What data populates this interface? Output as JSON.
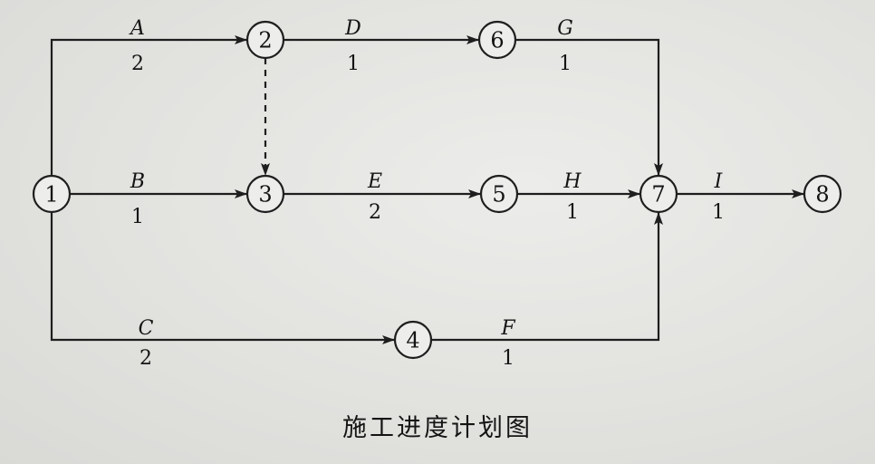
{
  "caption": "施工进度计划图",
  "nodes": [
    {
      "id": "1",
      "label": "1"
    },
    {
      "id": "2",
      "label": "2"
    },
    {
      "id": "3",
      "label": "3"
    },
    {
      "id": "4",
      "label": "4"
    },
    {
      "id": "5",
      "label": "5"
    },
    {
      "id": "6",
      "label": "6"
    },
    {
      "id": "7",
      "label": "7"
    },
    {
      "id": "8",
      "label": "8"
    }
  ],
  "activities": [
    {
      "name": "A",
      "duration": "2",
      "from": "1",
      "to": "2"
    },
    {
      "name": "B",
      "duration": "1",
      "from": "1",
      "to": "3"
    },
    {
      "name": "C",
      "duration": "2",
      "from": "1",
      "to": "4"
    },
    {
      "name": "D",
      "duration": "1",
      "from": "2",
      "to": "6"
    },
    {
      "name": "E",
      "duration": "2",
      "from": "3",
      "to": "5"
    },
    {
      "name": "F",
      "duration": "1",
      "from": "4",
      "to": "7"
    },
    {
      "name": "G",
      "duration": "1",
      "from": "6",
      "to": "7"
    },
    {
      "name": "H",
      "duration": "1",
      "from": "5",
      "to": "7"
    },
    {
      "name": "I",
      "duration": "1",
      "from": "7",
      "to": "8"
    }
  ],
  "dummy_activities": [
    {
      "from": "2",
      "to": "3"
    }
  ],
  "colors": {
    "ink": "#1e1e1e",
    "paper": "#e4e4e1"
  }
}
